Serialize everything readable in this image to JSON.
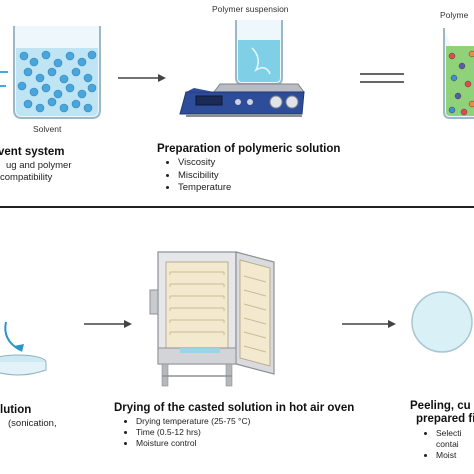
{
  "top_row": {
    "polymer_suspension_label": "Polymer suspension",
    "polymeric_label_partial": "Polyme",
    "solvent_label": "Solvent",
    "solvent_system": {
      "title": "vent system",
      "lines": [
        "ug and polymer",
        "compatibility"
      ]
    },
    "preparation": {
      "title": "Preparation of polymeric solution",
      "bullets": [
        "Viscosity",
        "Miscibility",
        "Temperature"
      ]
    }
  },
  "bottom_row": {
    "casting": {
      "title": "lution",
      "lines": [
        "(sonication,"
      ]
    },
    "drying": {
      "title": "Drying of the casted solution in hot air oven",
      "bullets": [
        "Drying temperature (25-75 °C)",
        "Time (0.5-12 hrs)",
        "Moisture control"
      ]
    },
    "peeling": {
      "title_lines": [
        "Peeling,  cu",
        "prepared fi"
      ],
      "bullets": [
        "Selecti",
        "contai",
        "Moist"
      ]
    }
  },
  "colors": {
    "water": "#5ab8e6",
    "beaker_glass": "#d9ecf5",
    "stirrer_body": "#2d4d9a",
    "oven_body": "#eeeeee",
    "film_disc": "#d8f0f6",
    "arrow": "#444444"
  }
}
